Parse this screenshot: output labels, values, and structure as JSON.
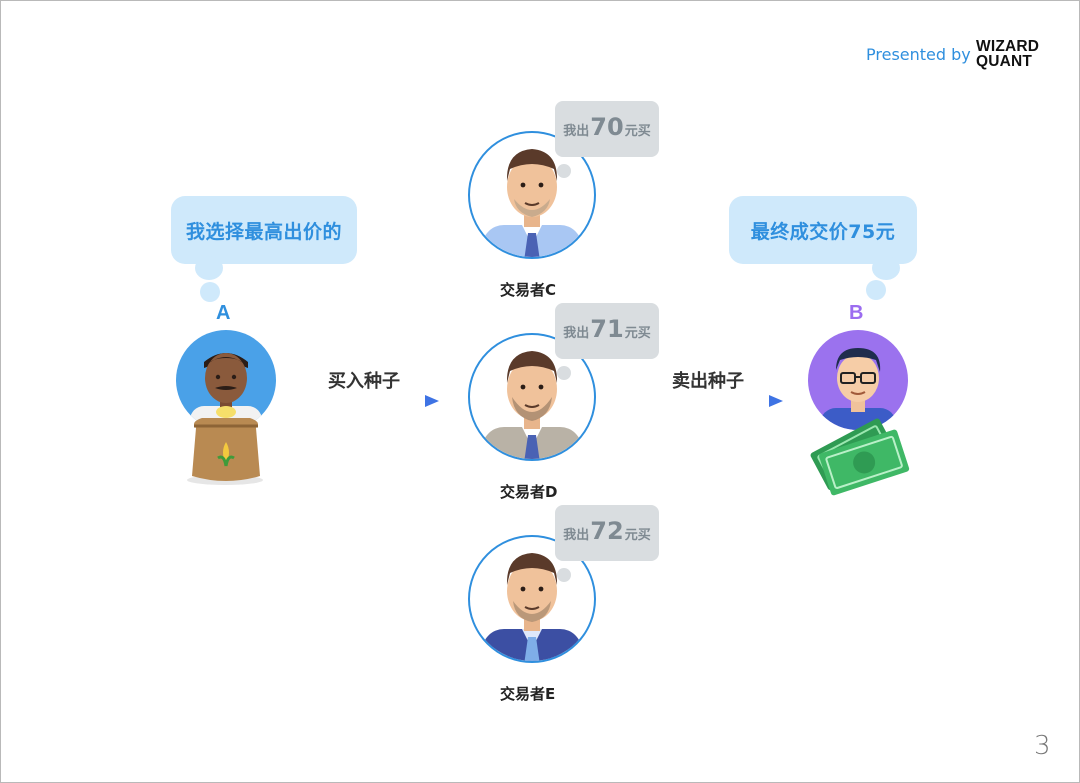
{
  "header": {
    "presented": "Presented by",
    "brand_line1": "WIZARD",
    "brand_line2": "QUANT"
  },
  "buyer": {
    "letter": "A",
    "bubble": "我选择最高出价的",
    "letter_color": "#2f8fde"
  },
  "seller": {
    "letter": "B",
    "bubble": "最终成交价75元",
    "letter_color": "#9b6cf0"
  },
  "arrows": {
    "left_label": "买入种子",
    "right_label": "卖出种子"
  },
  "traders": [
    {
      "label": "交易者C",
      "offer_prefix": "我出",
      "offer_price": "70",
      "offer_suffix": "元买",
      "shirt": "#a9c7f3",
      "tie": "#4a62b4"
    },
    {
      "label": "交易者D",
      "offer_prefix": "我出",
      "offer_price": "71",
      "offer_suffix": "元买",
      "shirt": "#b9b2a6",
      "tie": "#4a62b4"
    },
    {
      "label": "交易者E",
      "offer_prefix": "我出",
      "offer_price": "72",
      "offer_suffix": "元买",
      "shirt": "#3c4fa3",
      "tie": "#7faee8"
    }
  ],
  "page_number": "3",
  "colors": {
    "accent_blue": "#2f8fde",
    "bubble_blue": "#cfe9fb",
    "offer_grey": "#d9dde0",
    "arrow_blue": "#3e73e4",
    "circle_border": "#2f8fde"
  }
}
